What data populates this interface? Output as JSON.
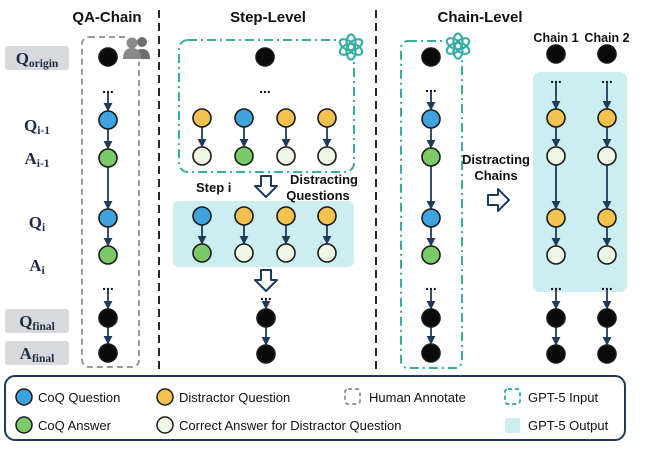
{
  "sections": {
    "qa_chain": "QA-Chain",
    "step_level": "Step-Level",
    "chain_level": "Chain-Level"
  },
  "q_labels": {
    "origin": {
      "main": "Q",
      "sub": "origin"
    },
    "q_prev": {
      "main": "Q",
      "sub": "i-1"
    },
    "a_prev": {
      "main": "A",
      "sub": "i-1"
    },
    "q_i": {
      "main": "Q",
      "sub": "i"
    },
    "a_i": {
      "main": "A",
      "sub": "i"
    },
    "final_q": {
      "main": "Q",
      "sub": "final"
    },
    "final_a": {
      "main": "A",
      "sub": "final"
    }
  },
  "step_level": {
    "step_label": "Step i",
    "distracting_line1": "Distracting",
    "distracting_line2": "Questions"
  },
  "chain_level": {
    "distracting_line1": "Distracting",
    "distracting_line2": "Chains",
    "chain1": "Chain 1",
    "chain2": "Chain 2"
  },
  "ellipsis": "...",
  "colors": {
    "coq_question": "#3fa3df",
    "coq_answer": "#7cc96a",
    "distractor_question": "#f2c14e",
    "correct_answer_distractor": "#eef6e6",
    "black_node": "#0a0a0a",
    "gpt_input_border": "#3aaea2",
    "gpt_output_fill": "#cdeef0",
    "label_box": "#d7d9dd",
    "arrow": "#1f3a5c"
  },
  "icons": [
    "human-annotator-icon",
    "openai-logo-icon",
    "outline-arrow-icon"
  ],
  "legend": {
    "coq_question": "CoQ Question",
    "coq_answer": "CoQ Answer",
    "distractor_question": "Distractor Question",
    "correct_answer_distractor": "Correct Answer for Distractor Question",
    "human_annotate": "Human Annotate",
    "gpt_input": "GPT-5 Input",
    "gpt_output": "GPT-5 Output"
  }
}
